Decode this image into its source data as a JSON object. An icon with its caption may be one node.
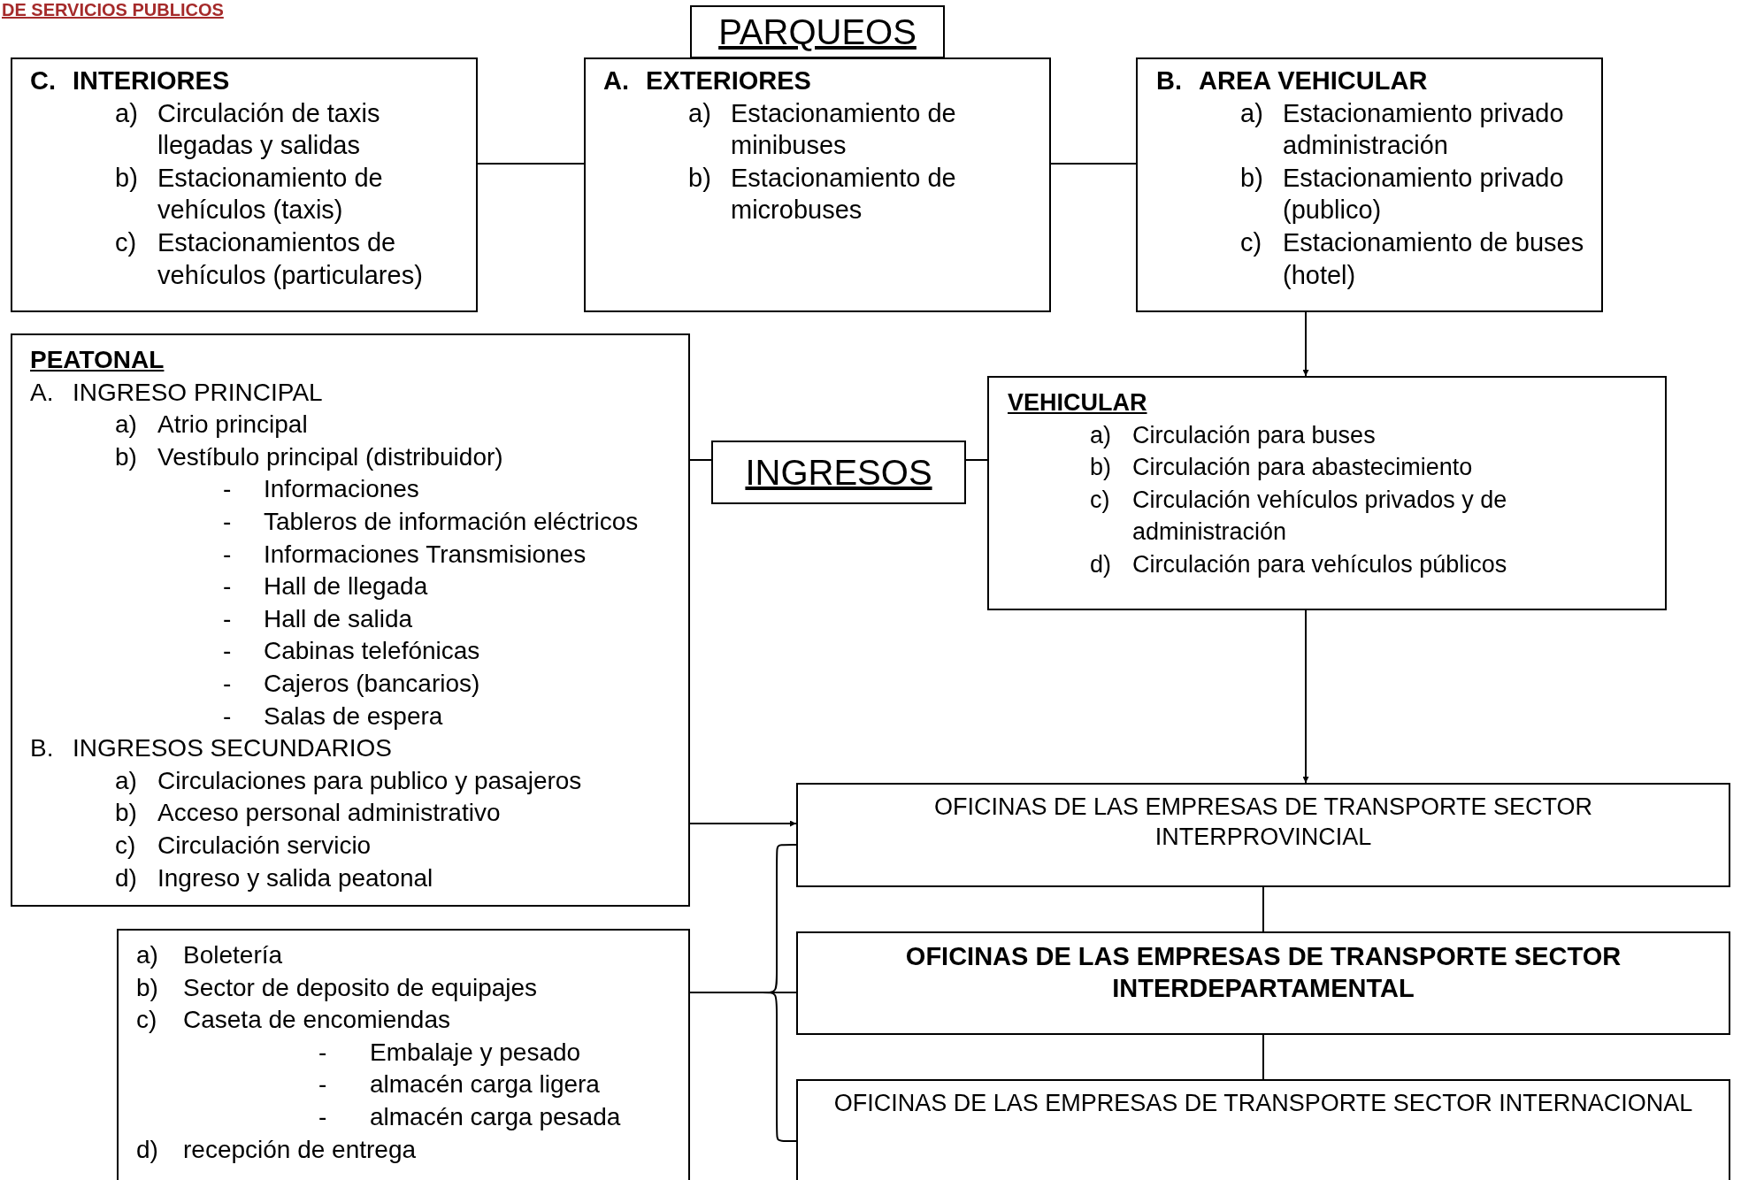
{
  "diagram": {
    "title": "DE SERVICIOS PUBLICOS",
    "nodes": [
      {
        "text": [
          "PARQUEOS"
        ]
      },
      {
        "text": [
          "C. INTERIORES",
          "a) Circulación de taxis llegadas y salidas",
          "b) Estacionamiento de vehículos (taxis)",
          "c) Estacionamientos de vehículos (particulares)"
        ]
      },
      {
        "text": [
          "A. EXTERIORES",
          "a) Estacionamiento de minibuses",
          "b) Estacionamiento de microbuses"
        ]
      },
      {
        "text": [
          "B. AREA VEHICULAR",
          "a) Estacionamiento privado administración",
          "b) Estacionamiento privado (publico)",
          "c) Estacionamiento de buses (hotel)"
        ]
      },
      {
        "text": [
          "PEATONAL",
          "A. INGRESO PRINCIPAL",
          "a) Atrio principal",
          "b) Vestíbulo principal (distribuidor)",
          "- Informaciones",
          "- Tableros de información eléctricos",
          "- Informaciones Transmisiones",
          "- Hall de llegada",
          "- Hall de salida",
          "- Cabinas telefónicas",
          "- Cajeros (bancarios)",
          "- Salas de espera",
          "B. INGRESOS SECUNDARIOS",
          "a) Circulaciones para publico y pasajeros",
          "b) Acceso personal administrativo",
          "c) Circulación servicio",
          "d) Ingreso y salida peatonal"
        ]
      },
      {
        "text": [
          "INGRESOS"
        ]
      },
      {
        "text": [
          "VEHICULAR",
          "a) Circulación para buses",
          "b) Circulación para abastecimiento",
          "c) Circulación vehículos privados y de administración",
          "d) Circulación para vehículos públicos"
        ]
      },
      {
        "text": [
          "OFICINAS DE LAS EMPRESAS DE TRANSPORTE SECTOR INTERPROVINCIAL"
        ]
      },
      {
        "text": [
          "a) Boletería",
          "b) Sector de deposito de equipajes",
          "c) Caseta de encomiendas",
          "- Embalaje y pesado",
          "- almacén carga ligera",
          "- almacén carga pesada",
          "d) recepción de entrega"
        ]
      },
      {
        "text": [
          "OFICINAS DE LAS EMPRESAS DE TRANSPORTE SECTOR INTERDEPARTAMENTAL"
        ]
      },
      {
        "text": [
          "OFICINAS DE LAS EMPRESAS DE TRANSPORTE SECTOR INTERNACIONAL"
        ]
      }
    ],
    "edges": [
      {
        "from": 1,
        "to": 2,
        "arrow": "none"
      },
      {
        "from": 2,
        "to": 3,
        "arrow": "none"
      },
      {
        "from": 3,
        "to": 6,
        "arrow": "to"
      },
      {
        "from": 4,
        "to": 5,
        "arrow": "none"
      },
      {
        "from": 5,
        "to": 6,
        "arrow": "none"
      },
      {
        "from": 6,
        "to": 7,
        "arrow": "to"
      },
      {
        "from": 4,
        "to": 7,
        "arrow": "to"
      },
      {
        "from": 7,
        "to": 9,
        "arrow": "none"
      },
      {
        "from": 9,
        "to": 10,
        "arrow": "none"
      },
      {
        "from": 8,
        "to": 9,
        "arrow": "none"
      },
      {
        "from": 8,
        "to": 7,
        "arrow": "none"
      },
      {
        "from": 8,
        "to": 10,
        "arrow": "none"
      }
    ]
  }
}
